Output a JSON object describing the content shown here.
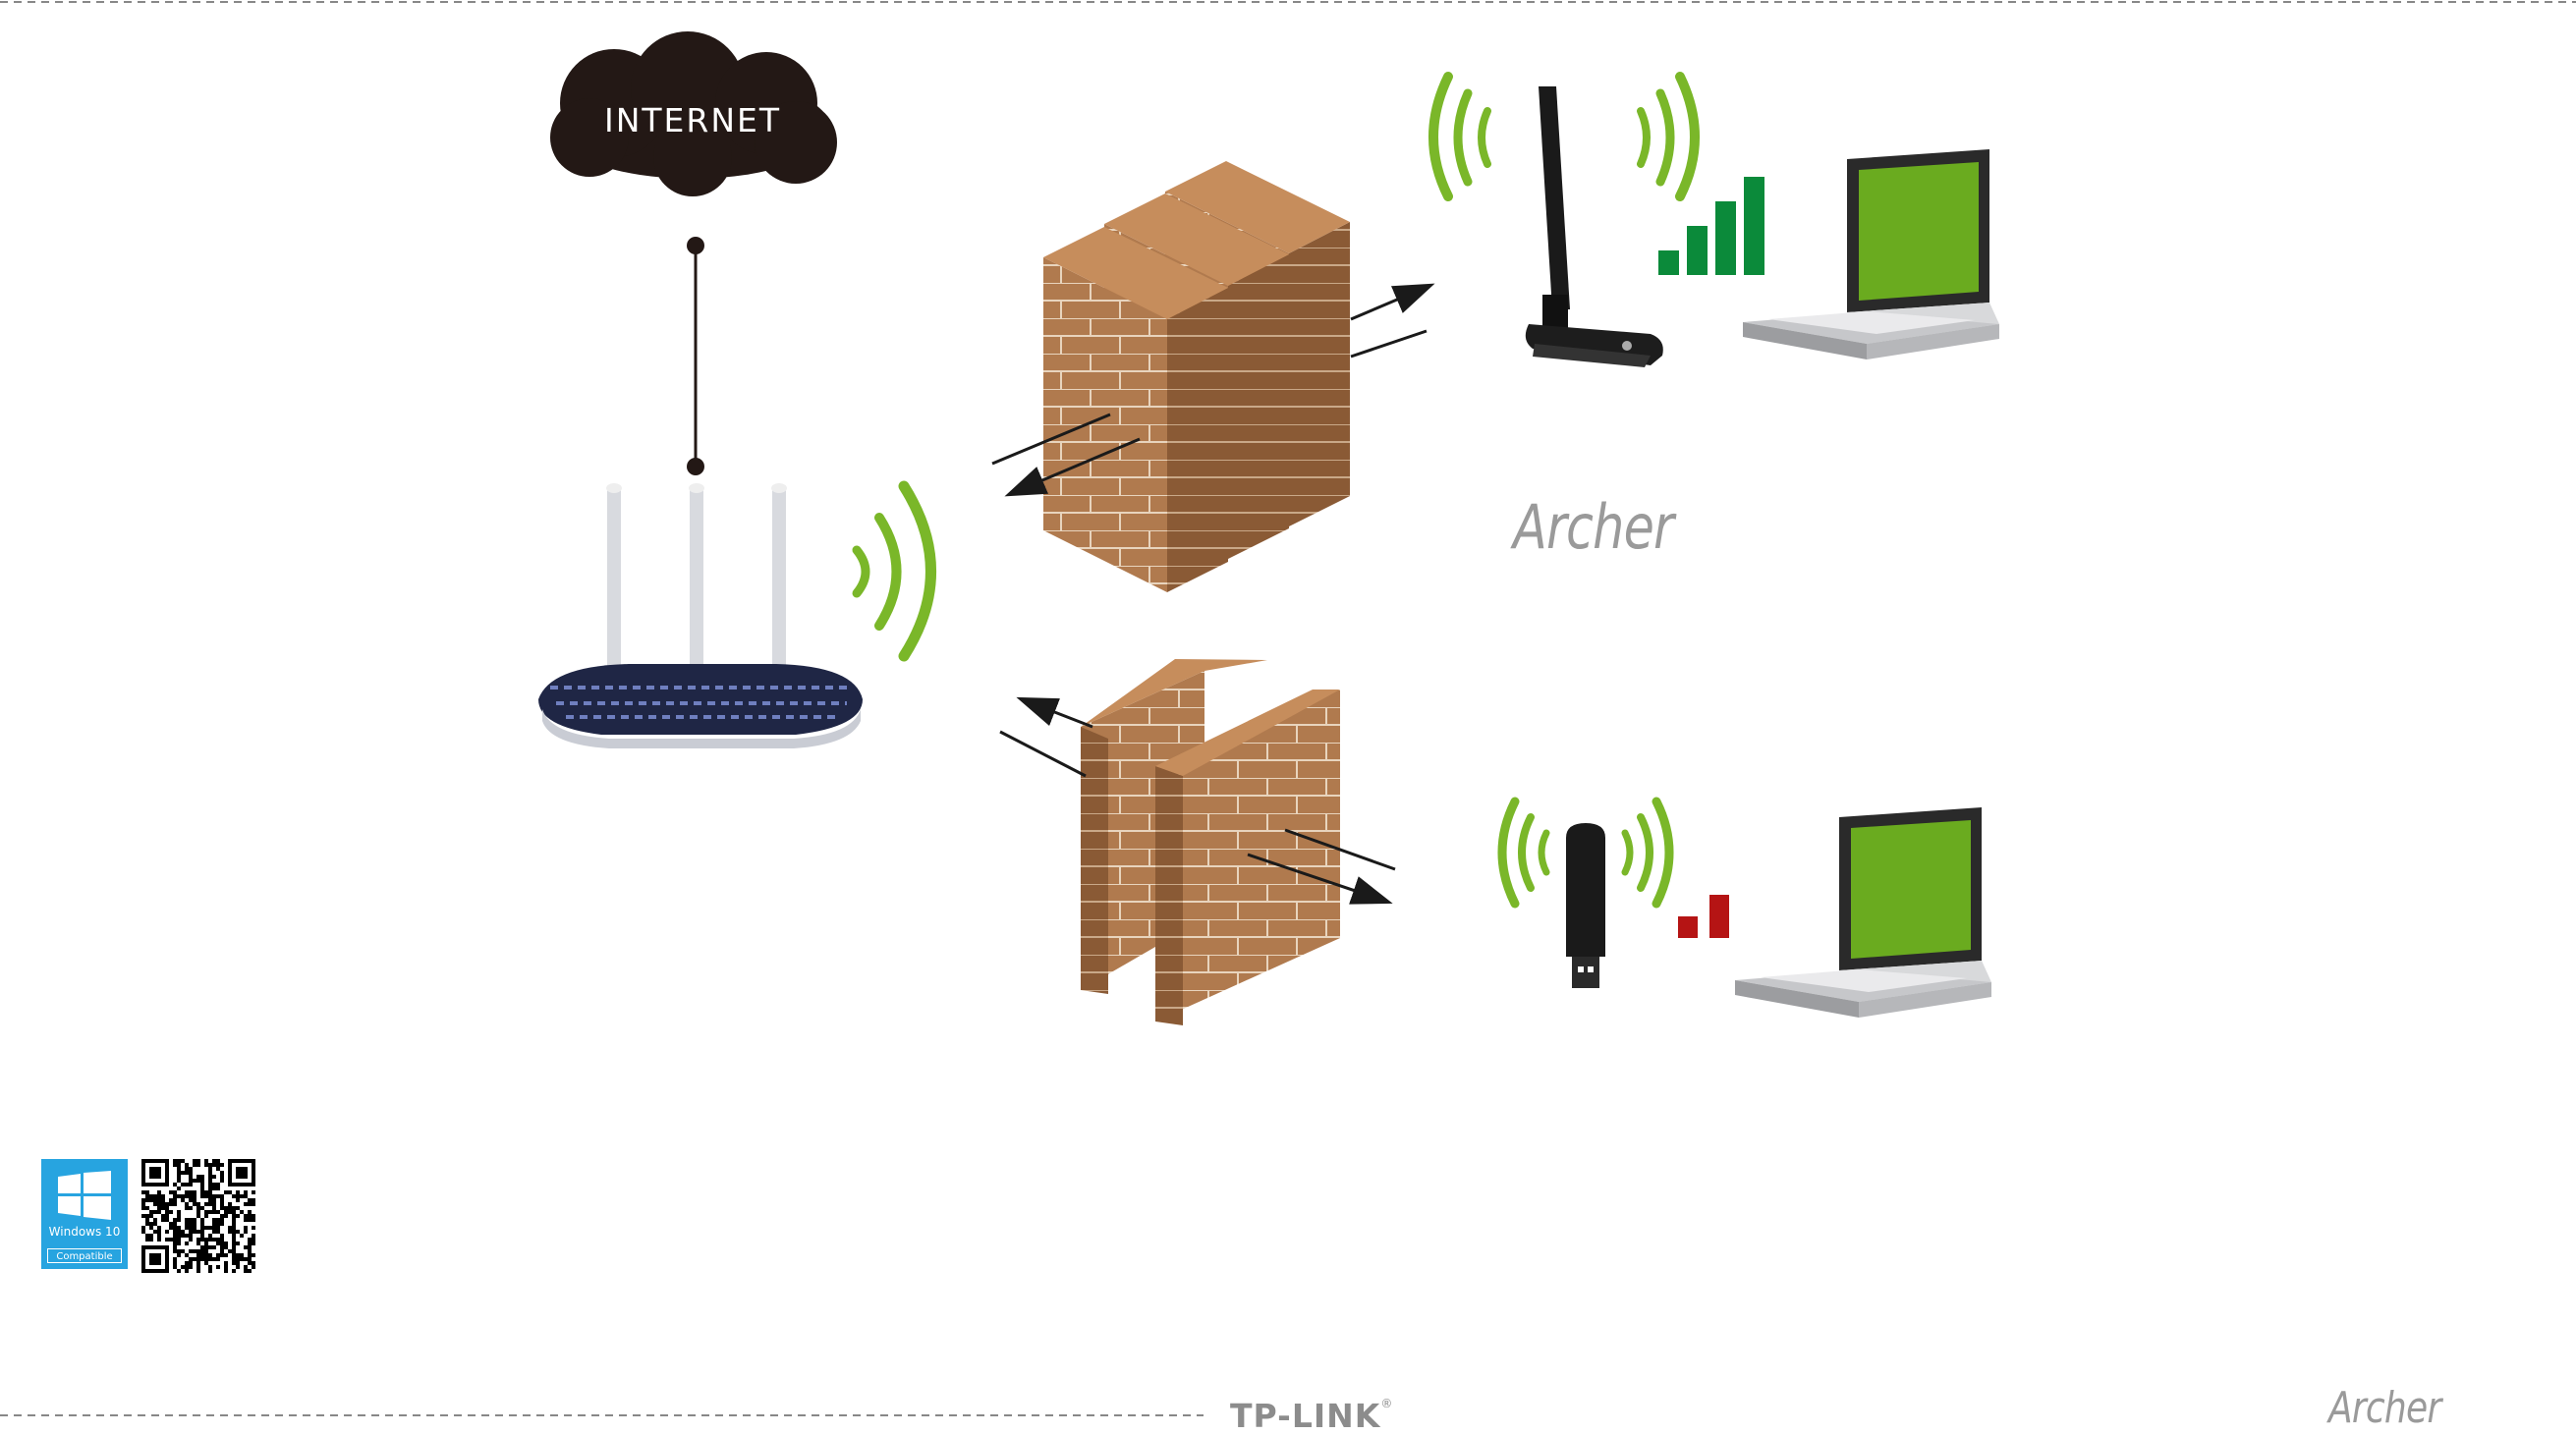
{
  "cloud": {
    "label": "INTERNET"
  },
  "branding": {
    "product_name": "Archer",
    "footer_product_name": "Archer",
    "company": "TP-LINK",
    "trademark": "®"
  },
  "badge": {
    "os_label": "Windows 10",
    "compat_label": "Compatible"
  },
  "signal": {
    "strong": {
      "bars_lit": 4,
      "bars_total": 4,
      "color": "#0b8a3a"
    },
    "weak": {
      "bars_lit": 2,
      "bars_total": 4,
      "color": "#b51414"
    }
  },
  "colors": {
    "wave": "#7ab729",
    "brick": "#b07a4e",
    "brick_top": "#c68d5c",
    "brick_side": "#8a5a35",
    "laptop_screen": "#6aab1f",
    "cloud": "#231815"
  }
}
